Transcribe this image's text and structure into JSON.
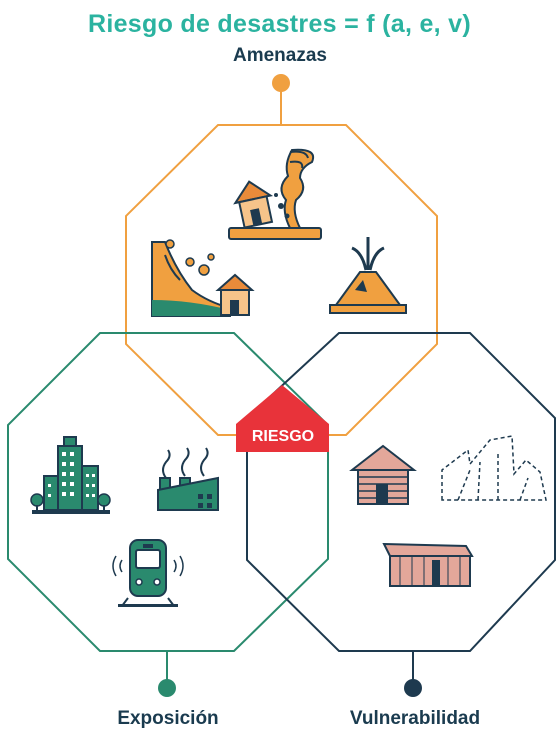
{
  "title": "Riesgo de desastres = f (a, e, v)",
  "labels": {
    "amenazas": "Amenazas",
    "exposicion": "Exposición",
    "vulnerabilidad": "Vulnerabilidad",
    "riesgo": "RIESGO"
  },
  "colors": {
    "title": "#2bb3a0",
    "label_text": "#1a3b4f",
    "amenazas": "#f0a040",
    "exposicion": "#2a8a6e",
    "vulnerabilidad": "#1e3a4f",
    "riesgo": "#e8333a"
  },
  "icons": {
    "amenazas": [
      "tornado-house-icon",
      "landslide-icon",
      "volcano-icon"
    ],
    "exposicion": [
      "city-buildings-icon",
      "factory-icon",
      "train-icon"
    ],
    "vulnerabilidad": [
      "log-cabin-icon",
      "collapsed-building-icon",
      "shack-icon"
    ]
  }
}
